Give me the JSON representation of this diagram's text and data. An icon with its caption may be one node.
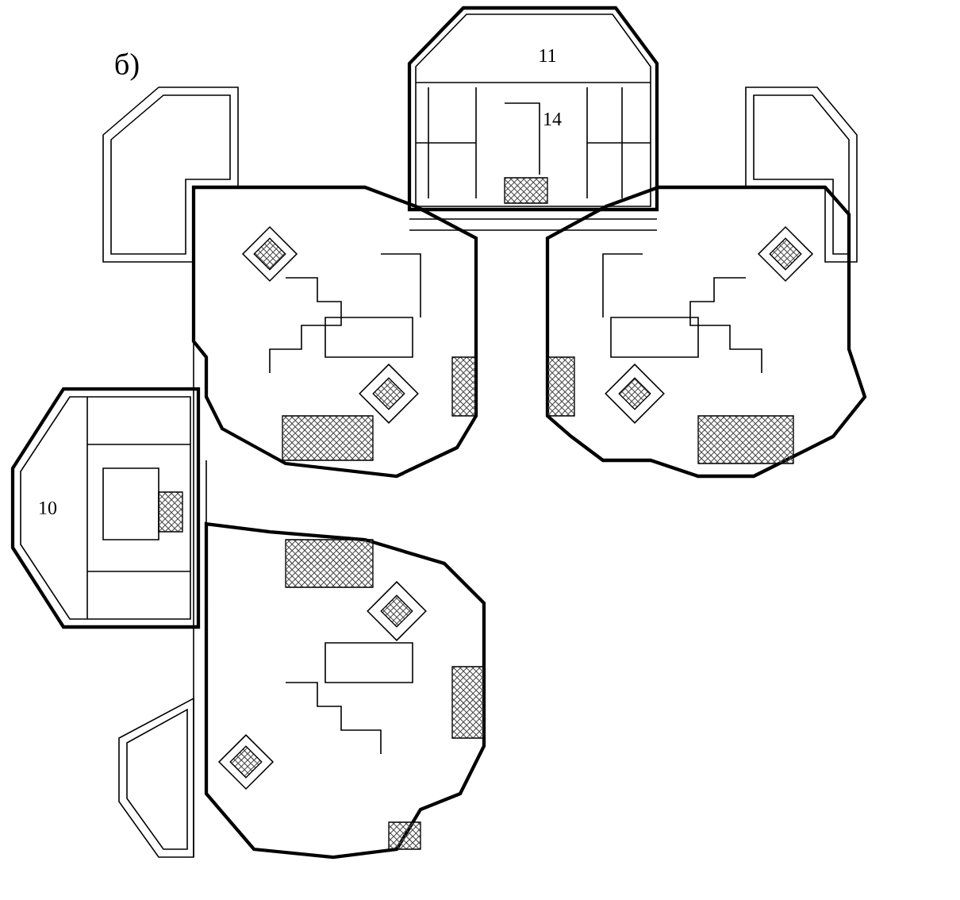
{
  "diagram": {
    "labels": [
      "б)",
      "11",
      "14",
      "10"
    ]
  }
}
